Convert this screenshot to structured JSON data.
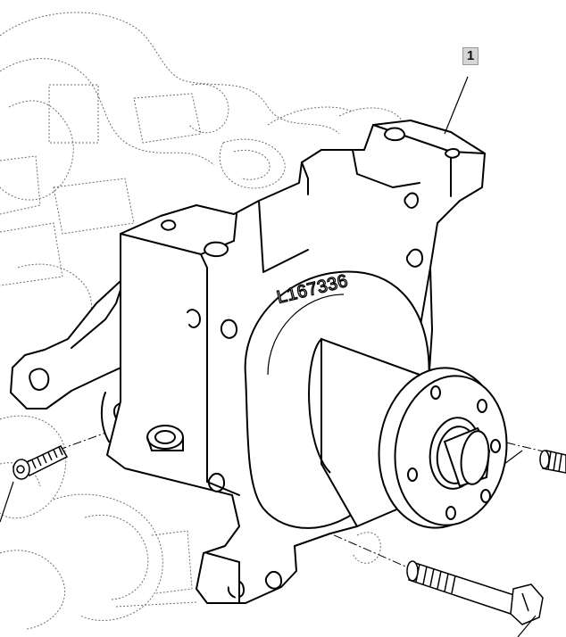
{
  "diagram": {
    "part_number": "L167336",
    "callouts": [
      {
        "number": "1"
      }
    ],
    "colors": {
      "line": "#000000",
      "ghost_line": "#6e6e6e",
      "background": "#ffffff",
      "callout_fill": "#d6d6d6"
    },
    "icons": [
      "water-pump-housing",
      "pulley-hub",
      "cap-screw",
      "long-bolt",
      "stud"
    ]
  }
}
